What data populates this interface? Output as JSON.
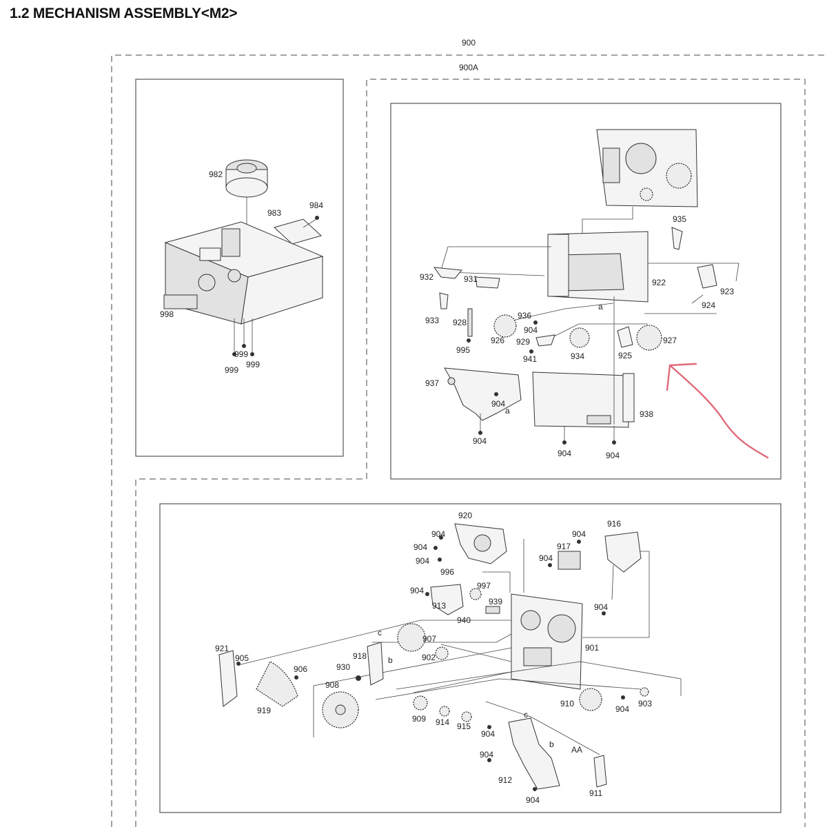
{
  "title": "1.2  MECHANISM ASSEMBLY<M2>",
  "group_labels": {
    "outer": "900",
    "inner": "900A"
  },
  "letter_labels": [
    "a",
    "a",
    "b",
    "b",
    "c",
    "c",
    "AA"
  ],
  "box_left_parts": [
    "982",
    "983",
    "984",
    "998",
    "999",
    "999",
    "999"
  ],
  "box_right_parts": [
    "935",
    "932",
    "931",
    "922",
    "923",
    "924",
    "933",
    "928",
    "936",
    "904",
    "926",
    "929",
    "934",
    "927",
    "995",
    "941",
    "925",
    "937",
    "904",
    "938",
    "904",
    "904",
    "904"
  ],
  "box_bottom_parts": [
    "920",
    "904",
    "904",
    "904",
    "916",
    "904",
    "917",
    "904",
    "996",
    "904",
    "997",
    "913",
    "939",
    "940",
    "904",
    "907",
    "921",
    "905",
    "918",
    "930",
    "906",
    "902",
    "901",
    "908",
    "919",
    "909",
    "914",
    "915",
    "910",
    "904",
    "903",
    "904",
    "904",
    "912",
    "911",
    "904"
  ],
  "annotation": {
    "type": "hand-drawn-arrow",
    "color": "#e06a7a"
  }
}
